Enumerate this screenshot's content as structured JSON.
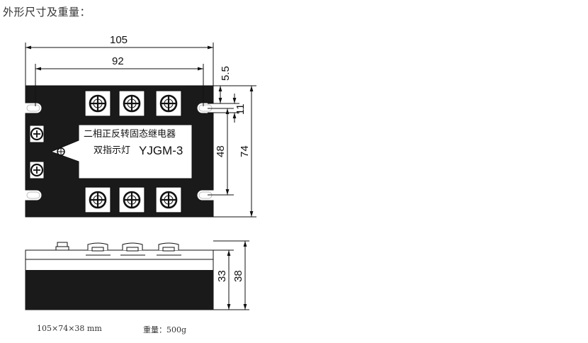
{
  "heading": "外形尺寸及重量：",
  "dimensions": {
    "width_total": "105",
    "width_mounting": "92",
    "slot_offset": "5.5",
    "slot_height": "11",
    "mounting_pitch": "48",
    "height_total": "74",
    "body_height": "33",
    "overall_height": "38"
  },
  "device": {
    "label_line1": "二相正反转固态继电器",
    "label_line2": "双指示灯",
    "model": "YJGM-3"
  },
  "captions": {
    "size": "105×74×38 mm",
    "weight": "重量：500g"
  }
}
